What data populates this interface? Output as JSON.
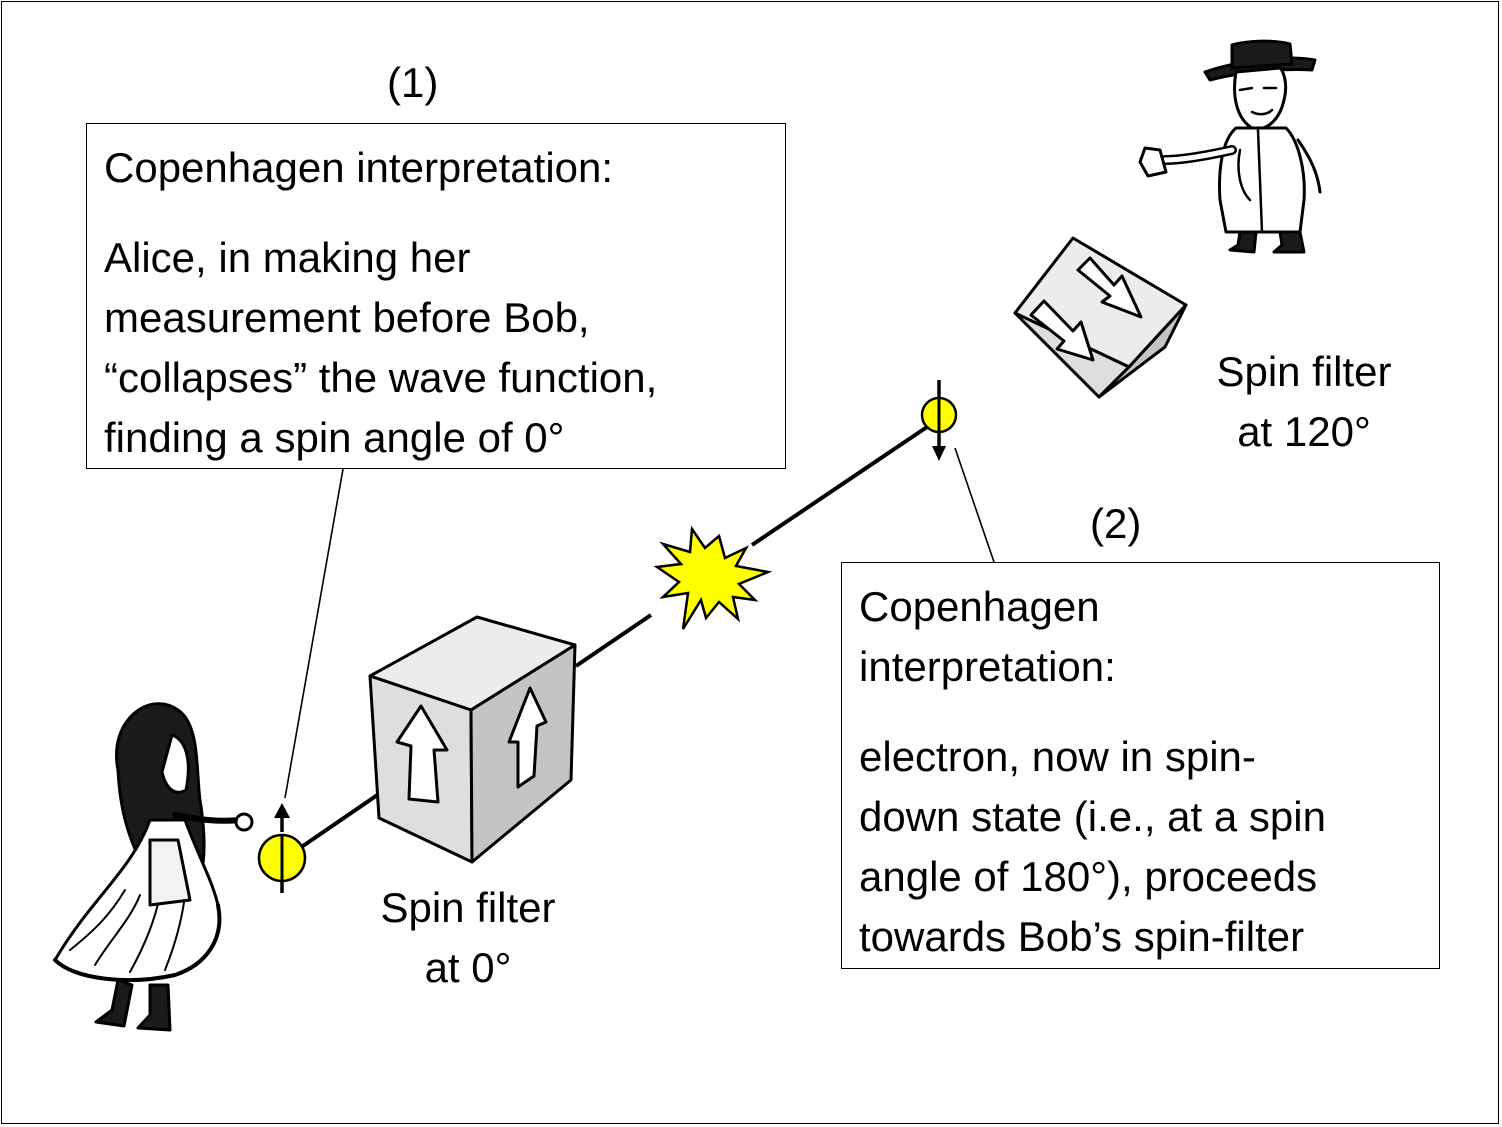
{
  "box1": {
    "number": "(1)",
    "heading": "Copenhagen interpretation:",
    "lines": [
      "Alice, in making her",
      "measurement before Bob,",
      "“collapses” the wave function,",
      "finding a spin angle of 0°"
    ]
  },
  "box2": {
    "number": "(2)",
    "heading_lines": [
      "Copenhagen",
      "interpretation:"
    ],
    "lines": [
      "electron, now in spin-",
      "down state (i.e., at a spin",
      "angle of 180°), proceeds",
      "towards Bob’s spin-filter"
    ]
  },
  "filter_alice": {
    "lines": [
      "Spin filter",
      "at 0°"
    ]
  },
  "filter_bob": {
    "lines": [
      "Spin filter",
      "at 120°"
    ]
  },
  "colors": {
    "particle": "#ffff00",
    "cube_front": "#dedede",
    "cube_top": "#ececec",
    "cube_side": "#c4c4c4",
    "outline": "#000000"
  },
  "figures": {
    "alice": "alice-figure-icon",
    "bob": "bob-figure-icon"
  }
}
